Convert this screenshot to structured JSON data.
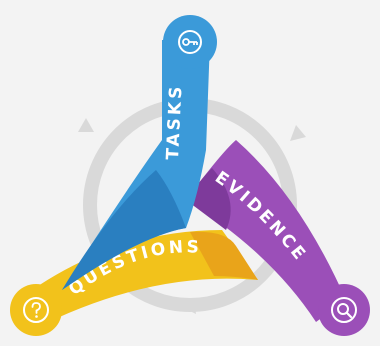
{
  "diagram": {
    "arms": [
      {
        "id": "tasks",
        "label": "TASKS",
        "color": "#3b9ad9",
        "dark": "#2a7fc0",
        "icon": "key-icon"
      },
      {
        "id": "evidence",
        "label": "EVIDENCE",
        "color": "#9b4fb8",
        "dark": "#7e3a9b",
        "icon": "magnifier-icon"
      },
      {
        "id": "questions",
        "label": "QUESTIONS",
        "color": "#f2c21b",
        "dark": "#e9a41a",
        "icon": "question-icon"
      }
    ],
    "ring_color": "#d9d9d9",
    "background": "#f3f3f3"
  }
}
